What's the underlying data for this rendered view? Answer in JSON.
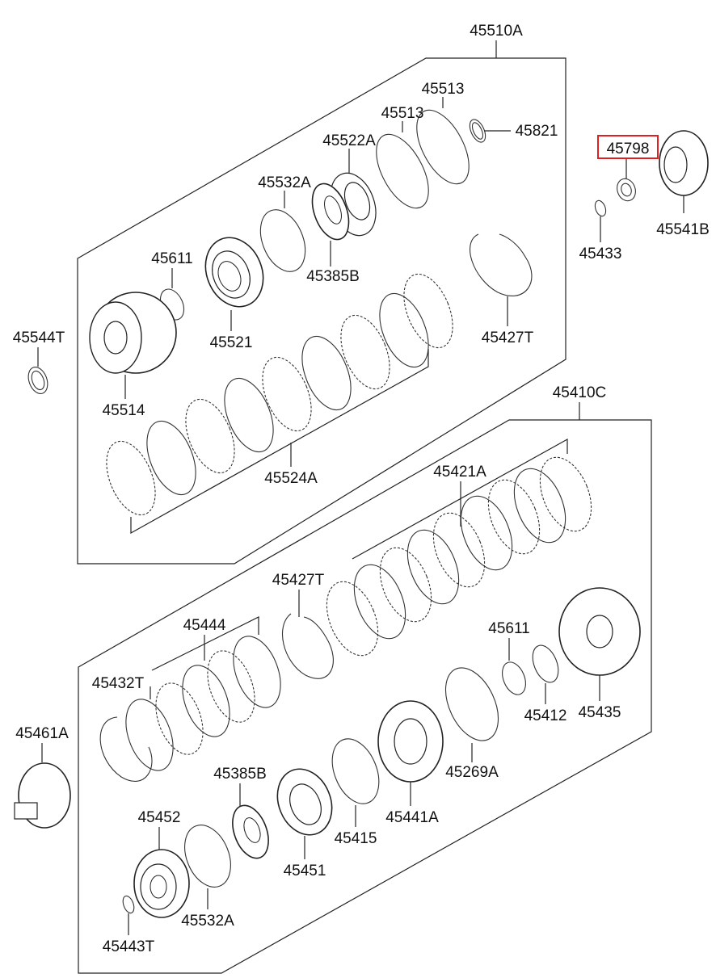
{
  "diagram": {
    "highlight_color": "#e02020",
    "highlighted_part": "45798",
    "labels": {
      "p45510A": "45510A",
      "p45513a": "45513",
      "p45513b": "45513",
      "p45821": "45821",
      "p45522A": "45522A",
      "p45532A_top": "45532A",
      "p45385B_top": "45385B",
      "p45611_top": "45611",
      "p45521": "45521",
      "p45544T": "45544T",
      "p45514": "45514",
      "p45524A": "45524A",
      "p45427T_top": "45427T",
      "p45798": "45798",
      "p45433": "45433",
      "p45541B": "45541B",
      "p45410C": "45410C",
      "p45421A": "45421A",
      "p45427T_mid": "45427T",
      "p45444": "45444",
      "p45611_mid": "45611",
      "p45432T": "45432T",
      "p45412": "45412",
      "p45435": "45435",
      "p45461A": "45461A",
      "p45385B_bot": "45385B",
      "p45269A": "45269A",
      "p45452": "45452",
      "p45441A": "45441A",
      "p45415": "45415",
      "p45451": "45451",
      "p45532A_bot": "45532A",
      "p45443T": "45443T"
    }
  }
}
